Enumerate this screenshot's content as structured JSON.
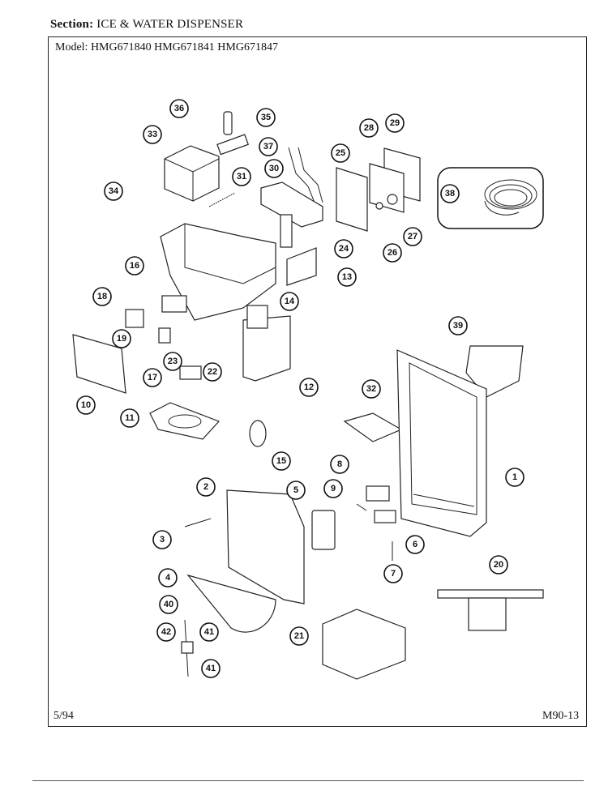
{
  "header": {
    "section_label": "Section:",
    "section_name": "ICE & WATER DISPENSER"
  },
  "model_line": "Model: HMG671840 HMG671841 HMG671847",
  "footer": {
    "left": "5/94",
    "right": "M90-13"
  },
  "callouts": [
    "36",
    "35",
    "33",
    "37",
    "28",
    "29",
    "25",
    "30",
    "31",
    "34",
    "38",
    "24",
    "16",
    "13",
    "18",
    "14",
    "39",
    "19",
    "23",
    "22",
    "17",
    "12",
    "10",
    "11",
    "32",
    "1",
    "15",
    "8",
    "2",
    "5",
    "9",
    "3",
    "6",
    "7",
    "4",
    "20",
    "40",
    "41",
    "42",
    "21",
    "41"
  ]
}
